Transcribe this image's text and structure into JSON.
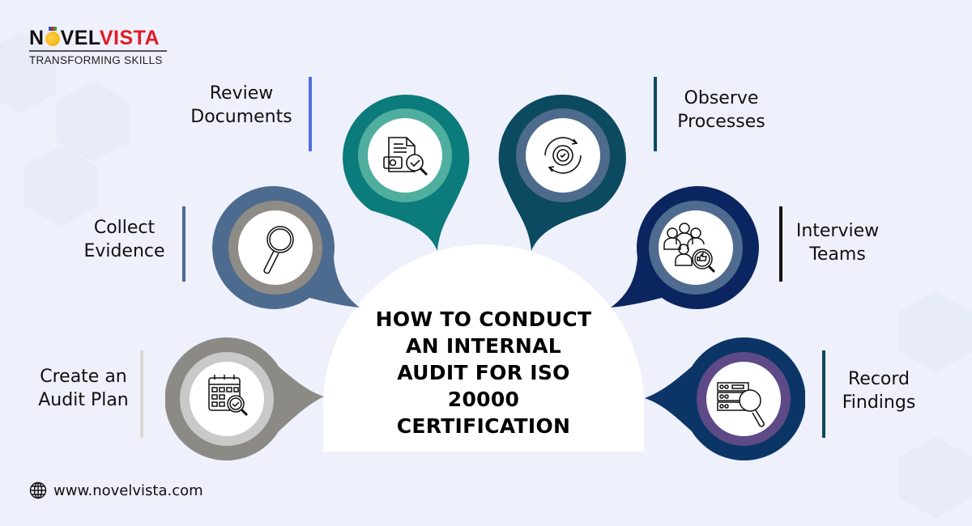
{
  "brand": {
    "logo_dark": "N",
    "logo_mid": "VEL",
    "logo_red": "VISTA",
    "tagline": "TRANSFORMING SKILLS"
  },
  "title": {
    "line1": "HOW TO CONDUCT",
    "line2": "AN INTERNAL",
    "line3": "AUDIT FOR ISO",
    "line4": "20000",
    "line5": "CERTIFICATION"
  },
  "steps": [
    {
      "id": "review-documents",
      "line1": "Review",
      "line2": "Documents",
      "icon": "document-search-icon",
      "outer": "#0b7b7b",
      "ring": "#4fae9e",
      "bar": "#4f6ee0"
    },
    {
      "id": "observe-processes",
      "line1": "Observe",
      "line2": "Processes",
      "icon": "gear-cycle-check-icon",
      "outer": "#0b4a60",
      "ring": "#4d6b8c",
      "bar": "#0b4a60"
    },
    {
      "id": "collect-evidence",
      "line1": "Collect",
      "line2": "Evidence",
      "icon": "magnifier-icon",
      "outer": "#4d6b8f",
      "ring": "#8f8b86",
      "bar": "#4d6b8f"
    },
    {
      "id": "interview-teams",
      "line1": "Interview",
      "line2": "Teams",
      "icon": "team-review-icon",
      "outer": "#0b2560",
      "ring": "#4f6b8f",
      "bar": "#111111"
    },
    {
      "id": "create-audit-plan",
      "line1": "Create an",
      "line2": "Audit Plan",
      "icon": "calendar-check-icon",
      "outer": "#8c8a85",
      "ring": "#c9c9c9",
      "bar": "#d9d9d9"
    },
    {
      "id": "record-findings",
      "line1": "Record",
      "line2": "Findings",
      "icon": "server-search-icon",
      "outer": "#0b3566",
      "ring": "#5d4a86",
      "bar": "#0b4a60"
    }
  ],
  "footer": {
    "icon": "globe-icon",
    "url": "www.novelvista.com"
  }
}
